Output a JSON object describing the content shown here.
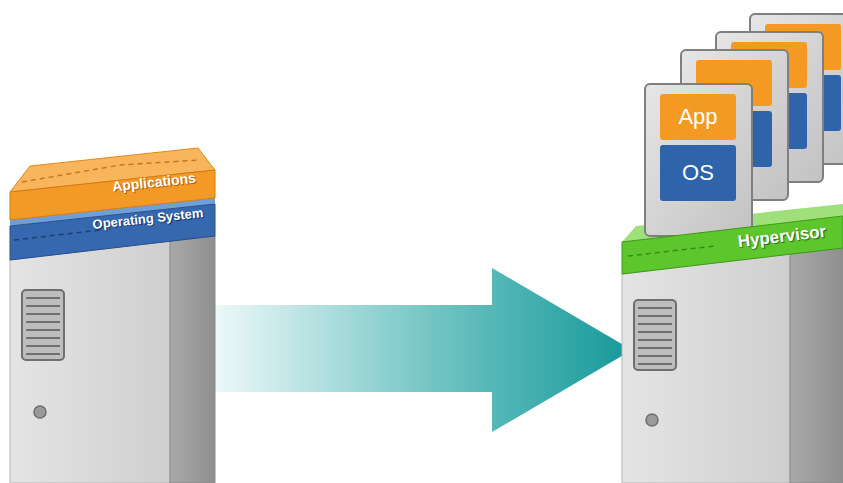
{
  "diagram": {
    "nodes": [
      {
        "text": [
          "Applications"
        ]
      },
      {
        "text": [
          "Operating System"
        ]
      },
      {
        "text": [
          "Hypervisor"
        ]
      },
      {
        "text": [
          "App"
        ]
      },
      {
        "text": [
          "OS"
        ]
      }
    ]
  }
}
